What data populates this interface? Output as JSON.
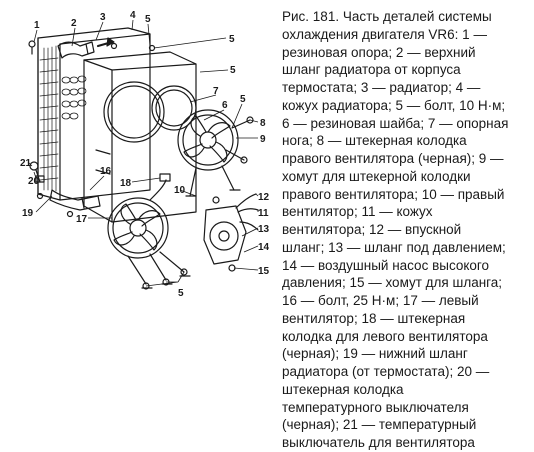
{
  "caption": {
    "lines": [
      "Рис. 181. Часть деталей системы",
      "охлаждения двигателя VR6: 1 —",
      "резиновая опора; 2 — верхний",
      "шланг радиатора от корпуса",
      "термостата; 3 — радиатор; 4 —",
      "кожух радиатора; 5 — болт, 10 Н·м;",
      "6 — резиновая шайба; 7 — опорная",
      "нога; 8 — штекерная колодка",
      "правого вентилятора (черная); 9 —",
      "хомут для штекерной колодки",
      "правого вентилятора; 10 — правый",
      "вентилятор; 11 — кожух",
      "вентилятора; 12 — впускной",
      "шланг; 13 — шланг под давлением;",
      "14 — воздушный насос высокого",
      "давления; 15 — хомут для шланга;",
      "16 — болт, 25 Н·м; 17 — левый",
      "вентилятор; 18 — штекерная",
      "колодка для левого вентилятора",
      "(черная); 19 — нижний шланг",
      "радиатора (от термостата); 20 —",
      "штекерная колодка",
      "температурного выключателя",
      "(черная); 21 — температурный",
      "выключатель для вентилятора"
    ]
  },
  "diagram": {
    "callouts": {
      "c1": "1",
      "c2": "2",
      "c3": "3",
      "c4": "4",
      "c5a": "5",
      "c5b": "5",
      "c5c": "5",
      "c5d": "5",
      "c5e": "5",
      "c6": "6",
      "c7": "7",
      "c8": "8",
      "c9": "9",
      "c10": "10",
      "c11": "11",
      "c12": "12",
      "c13": "13",
      "c14": "14",
      "c15": "15",
      "c16": "16",
      "c17": "17",
      "c18": "18",
      "c19": "19",
      "c20": "20",
      "c21": "21"
    }
  }
}
